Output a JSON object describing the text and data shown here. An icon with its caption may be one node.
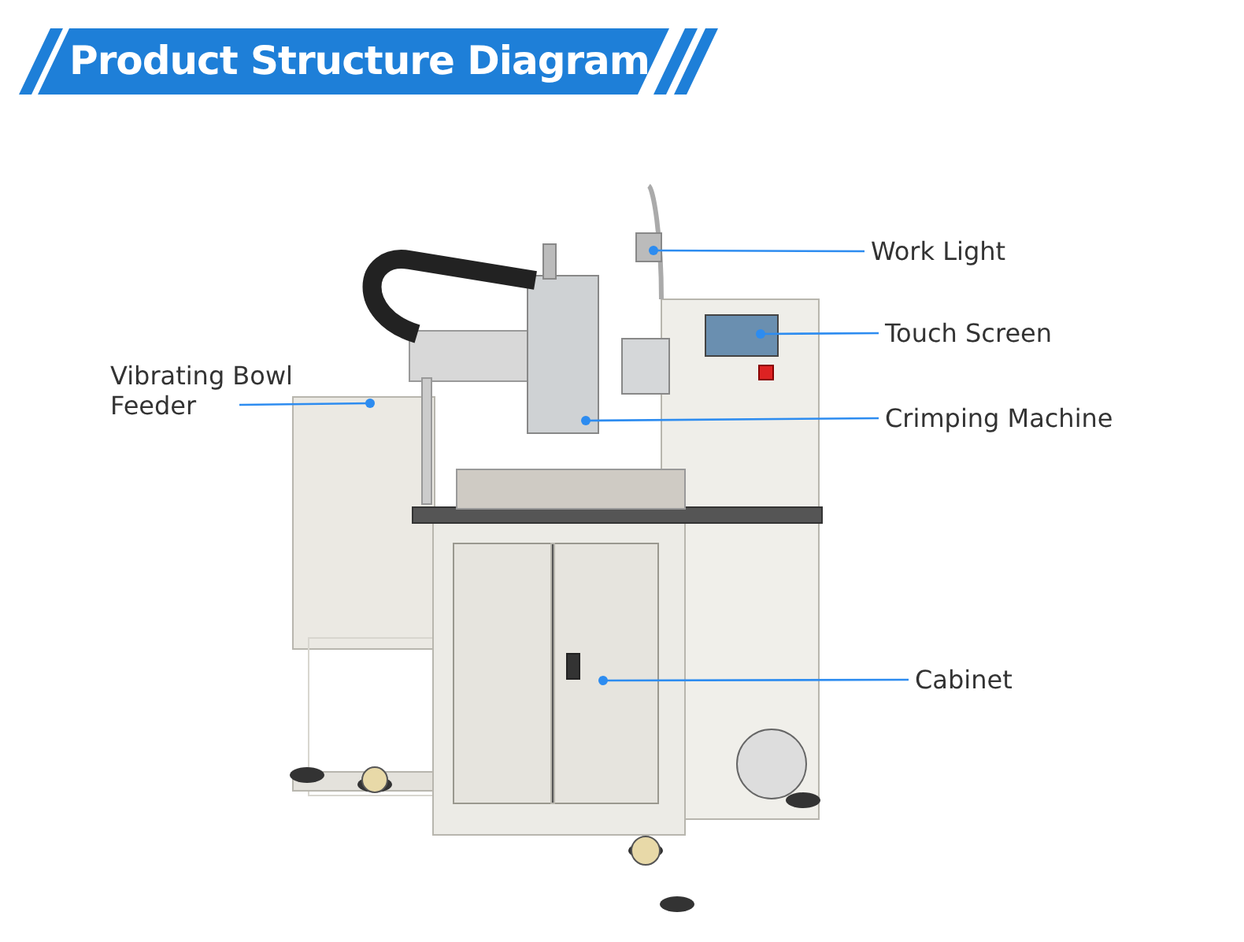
{
  "diagram": {
    "title": "Product Structure Diagram",
    "nodes": [
      {
        "text": [
          "Work Light"
        ]
      },
      {
        "text": [
          "Touch Screen"
        ]
      },
      {
        "text": [
          "Vibrating Bowl Feeder"
        ]
      },
      {
        "text": [
          "Crimping Machine"
        ]
      },
      {
        "text": [
          "Cabinet"
        ]
      }
    ],
    "edges": [
      {
        "from": 0,
        "to": null,
        "arrow": "other"
      },
      {
        "from": 1,
        "to": null,
        "arrow": "other"
      },
      {
        "from": 2,
        "to": null,
        "arrow": "other"
      },
      {
        "from": 3,
        "to": null,
        "arrow": "other"
      },
      {
        "from": 4,
        "to": null,
        "arrow": "other"
      }
    ]
  }
}
